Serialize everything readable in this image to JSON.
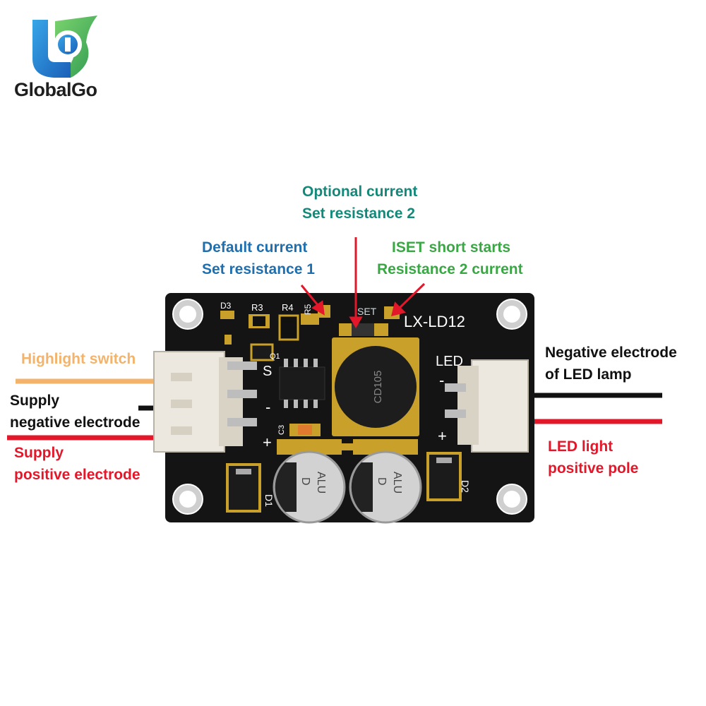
{
  "brand": {
    "name": "GlobalGo"
  },
  "board": {
    "model": "LX-LD12",
    "marks": {
      "d3": "D3",
      "r3": "R3",
      "r4": "R4",
      "r5": "R5",
      "set": "SET",
      "q1": "Q1",
      "s": "S",
      "c3": "C3",
      "led": "LED",
      "minus": "-",
      "plus": "+",
      "d1": "D1",
      "d2": "D2",
      "inductor": "CD105",
      "cap_brand": "ALU",
      "cap_letter": "D"
    }
  },
  "callouts": {
    "optional_current": {
      "line1": "Optional current",
      "line2": "Set resistance 2"
    },
    "default_current": {
      "line1": "Default current",
      "line2": "Set resistance 1"
    },
    "iset_short": {
      "line1": "ISET short starts",
      "line2": "Resistance 2 current"
    },
    "highlight_switch": {
      "line1": "Highlight switch"
    },
    "supply_negative": {
      "line1": "Supply",
      "line2": "negative electrode"
    },
    "supply_positive": {
      "line1": "Supply",
      "line2": "positive electrode"
    },
    "led_negative": {
      "line1": "Negative electrode",
      "line2": "of LED lamp"
    },
    "led_positive": {
      "line1": "LED light",
      "line2": "positive pole"
    }
  },
  "colors": {
    "teal": "#13897a",
    "blue": "#1f6fae",
    "green": "#3aa744",
    "orange": "#f3b36b",
    "red": "#e3172a",
    "black": "#111111",
    "pcb": "#141414",
    "logo_blue": "#1c78c8",
    "logo_green": "#5cc06a"
  }
}
